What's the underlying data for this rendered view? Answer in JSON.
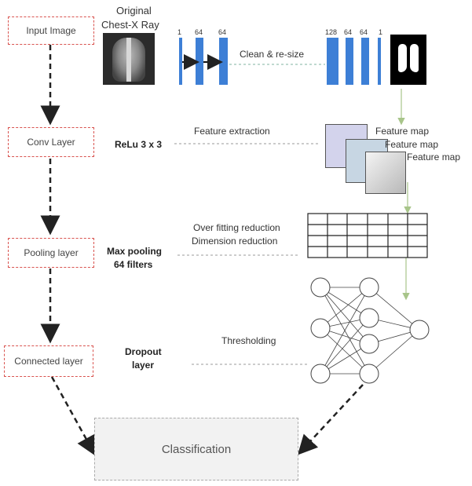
{
  "stages": {
    "input": "Input Image",
    "conv": "Conv Layer",
    "pooling": "Pooling layer",
    "connected": "Connected layer",
    "classification": "Classification"
  },
  "input_image_caption": {
    "line1": "Original",
    "line2": "Chest-X Ray"
  },
  "encoder_channels": [
    "1",
    "64",
    "64"
  ],
  "decoder_channels": [
    "128",
    "64",
    "64",
    "1"
  ],
  "clean_resize": "Clean & re-size",
  "conv": {
    "activation": "ReLu 3 x 3",
    "step": "Feature extraction"
  },
  "feature_maps": [
    "Feature map",
    "Feature map",
    "Feature map"
  ],
  "pooling": {
    "method_line1": "Max pooling",
    "method_line2": "64 filters",
    "step_line1": "Over fitting reduction",
    "step_line2": "Dimension reduction"
  },
  "dropout": {
    "line1": "Dropout",
    "line2": "layer",
    "step": "Thresholding"
  },
  "colors": {
    "stage_border": "#d9534f",
    "channel_bar": "#3d7fd6",
    "green_arrow": "#a8c58a",
    "feature_map_back": "#d3d3ec",
    "feature_map_mid": "#c7d6e3",
    "feature_map_front": "#dcdcdc"
  }
}
